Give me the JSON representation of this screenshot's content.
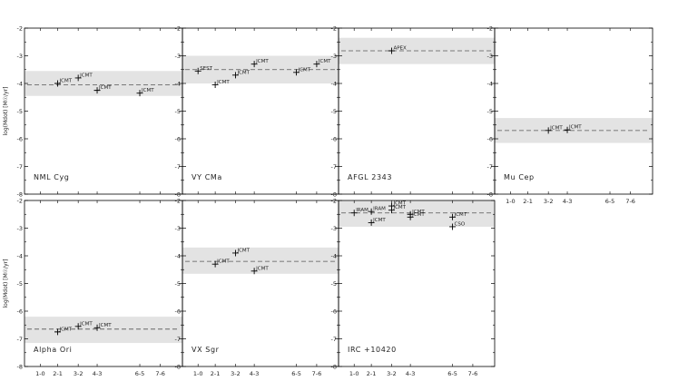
{
  "y_axis_label": "log(Mdot) [M☉/yr]",
  "y_ticks": [
    -2,
    -3,
    -4,
    -5,
    -6,
    -7,
    -8
  ],
  "x_ticks": [
    "1-0",
    "2-1",
    "3-2",
    "4-3",
    "6-5",
    "7-6"
  ],
  "colors": {
    "band": "#e3e3e3",
    "frame": "#000000",
    "mean_line": "#555555"
  },
  "chart_data": [
    {
      "type": "scatter",
      "title": "NML Cyg",
      "ylim": [
        -2,
        -8
      ],
      "show_x_ticks": false,
      "band": [
        -3.55,
        -4.45
      ],
      "mean": -4.05,
      "points": [
        {
          "x": 2,
          "y": -4.0,
          "label": "JCMT"
        },
        {
          "x": 3,
          "y": -3.8,
          "label": "JCMT"
        },
        {
          "x": 4,
          "y": -4.25,
          "label": "JCMT"
        },
        {
          "x": 6,
          "y": -4.35,
          "label": "JCMT"
        }
      ]
    },
    {
      "type": "scatter",
      "title": "VY CMa",
      "ylim": [
        -2,
        -8
      ],
      "show_x_ticks": false,
      "band": [
        -3.0,
        -4.0
      ],
      "mean": -3.5,
      "points": [
        {
          "x": 1,
          "y": -3.55,
          "label": "SEST"
        },
        {
          "x": 2,
          "y": -4.05,
          "label": "JCMT"
        },
        {
          "x": 3,
          "y": -3.7,
          "label": "JCMT"
        },
        {
          "x": 4,
          "y": -3.3,
          "label": "JCMT"
        },
        {
          "x": 6,
          "y": -3.6,
          "label": "JCMT"
        },
        {
          "x": 7,
          "y": -3.3,
          "label": "JCMT"
        }
      ]
    },
    {
      "type": "scatter",
      "title": "AFGL 2343",
      "ylim": [
        -2,
        -8
      ],
      "show_x_ticks": false,
      "band": [
        -2.35,
        -3.3
      ],
      "mean": -2.82,
      "points": [
        {
          "x": 3,
          "y": -2.82,
          "label": "APEX"
        }
      ]
    },
    {
      "type": "scatter",
      "title": "Mu Cep",
      "ylim": [
        -2,
        -8
      ],
      "show_x_ticks": true,
      "band": [
        -5.25,
        -6.15
      ],
      "mean": -5.7,
      "points": [
        {
          "x": 3,
          "y": -5.7,
          "label": "JCMT"
        },
        {
          "x": 4,
          "y": -5.68,
          "label": "JCMT"
        }
      ]
    },
    {
      "type": "scatter",
      "title": "Alpha Ori",
      "ylim": [
        -2,
        -8
      ],
      "show_x_ticks": true,
      "band": [
        -6.2,
        -7.15
      ],
      "mean": -6.65,
      "points": [
        {
          "x": 2,
          "y": -6.75,
          "label": "JCMT"
        },
        {
          "x": 3,
          "y": -6.55,
          "label": "JCMT"
        },
        {
          "x": 4,
          "y": -6.6,
          "label": "JCMT"
        }
      ]
    },
    {
      "type": "scatter",
      "title": "VX Sgr",
      "ylim": [
        -2,
        -8
      ],
      "show_x_ticks": true,
      "band": [
        -3.7,
        -4.65
      ],
      "mean": -4.2,
      "points": [
        {
          "x": 2,
          "y": -4.3,
          "label": "JCMT"
        },
        {
          "x": 3,
          "y": -3.9,
          "label": "JCMT"
        },
        {
          "x": 4,
          "y": -4.55,
          "label": "JCMT"
        }
      ]
    },
    {
      "type": "scatter",
      "title": "IRC +10420",
      "ylim": [
        -2,
        -8
      ],
      "show_x_ticks": true,
      "band": [
        -2.0,
        -2.95
      ],
      "mean": -2.45,
      "points": [
        {
          "x": 1,
          "y": -2.45,
          "label": "IRAM"
        },
        {
          "x": 2,
          "y": -2.4,
          "label": "IRAM"
        },
        {
          "x": 2,
          "y": -2.8,
          "label": "JCMT"
        },
        {
          "x": 3,
          "y": -2.2,
          "label": "JCMT"
        },
        {
          "x": 3,
          "y": -2.35,
          "label": "JCMT"
        },
        {
          "x": 4,
          "y": -2.5,
          "label": "JCMT"
        },
        {
          "x": 4,
          "y": -2.6,
          "label": "JCMT"
        },
        {
          "x": 6,
          "y": -2.6,
          "label": "JCMT"
        },
        {
          "x": 6,
          "y": -2.95,
          "label": "CSO"
        }
      ]
    }
  ]
}
